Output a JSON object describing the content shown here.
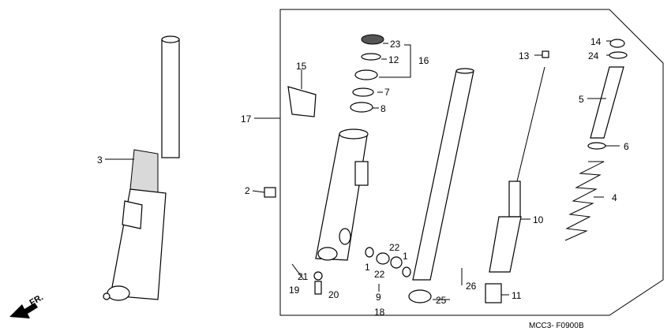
{
  "diagram": {
    "callouts": [
      {
        "id": "p23",
        "label": "23"
      },
      {
        "id": "p12",
        "label": "12"
      },
      {
        "id": "p16",
        "label": "16"
      },
      {
        "id": "p7",
        "label": "7"
      },
      {
        "id": "p8",
        "label": "8"
      },
      {
        "id": "p15",
        "label": "15"
      },
      {
        "id": "p17",
        "label": "17"
      },
      {
        "id": "p3",
        "label": "3"
      },
      {
        "id": "p2",
        "label": "2"
      },
      {
        "id": "p13",
        "label": "13"
      },
      {
        "id": "p14",
        "label": "14"
      },
      {
        "id": "p24",
        "label": "24"
      },
      {
        "id": "p5",
        "label": "5"
      },
      {
        "id": "p6",
        "label": "6"
      },
      {
        "id": "p4",
        "label": "4"
      },
      {
        "id": "p10",
        "label": "10"
      },
      {
        "id": "p11",
        "label": "11"
      },
      {
        "id": "p22a",
        "label": "22"
      },
      {
        "id": "p22b",
        "label": "22"
      },
      {
        "id": "p1a",
        "label": "1"
      },
      {
        "id": "p1b",
        "label": "1"
      },
      {
        "id": "p21",
        "label": "21"
      },
      {
        "id": "p19",
        "label": "19"
      },
      {
        "id": "p20",
        "label": "20"
      },
      {
        "id": "p9",
        "label": "9"
      },
      {
        "id": "p18",
        "label": "18"
      },
      {
        "id": "p25",
        "label": "25"
      },
      {
        "id": "p26",
        "label": "26"
      }
    ],
    "direction_label": "FR.",
    "code_text": "MCC3- F0900",
    "code_suffix": "B"
  }
}
